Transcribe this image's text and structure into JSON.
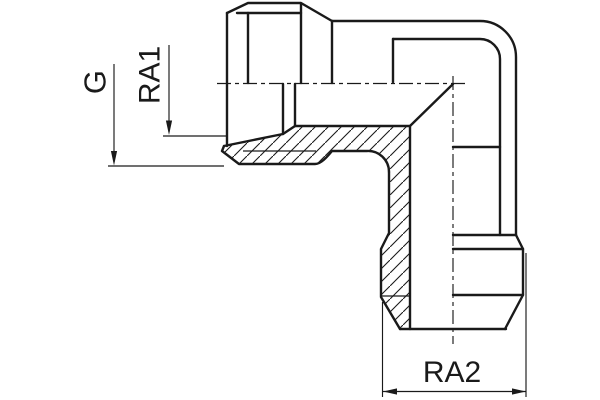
{
  "drawing": {
    "kind": "technical-drawing",
    "subject": "90-degree elbow threaded fitting, half-section view",
    "background_color": "#ffffff",
    "line_color": "#1a1a1a",
    "labels": {
      "thread_label": "G",
      "dim1_label": "RA1",
      "dim2_label": "RA2"
    }
  }
}
